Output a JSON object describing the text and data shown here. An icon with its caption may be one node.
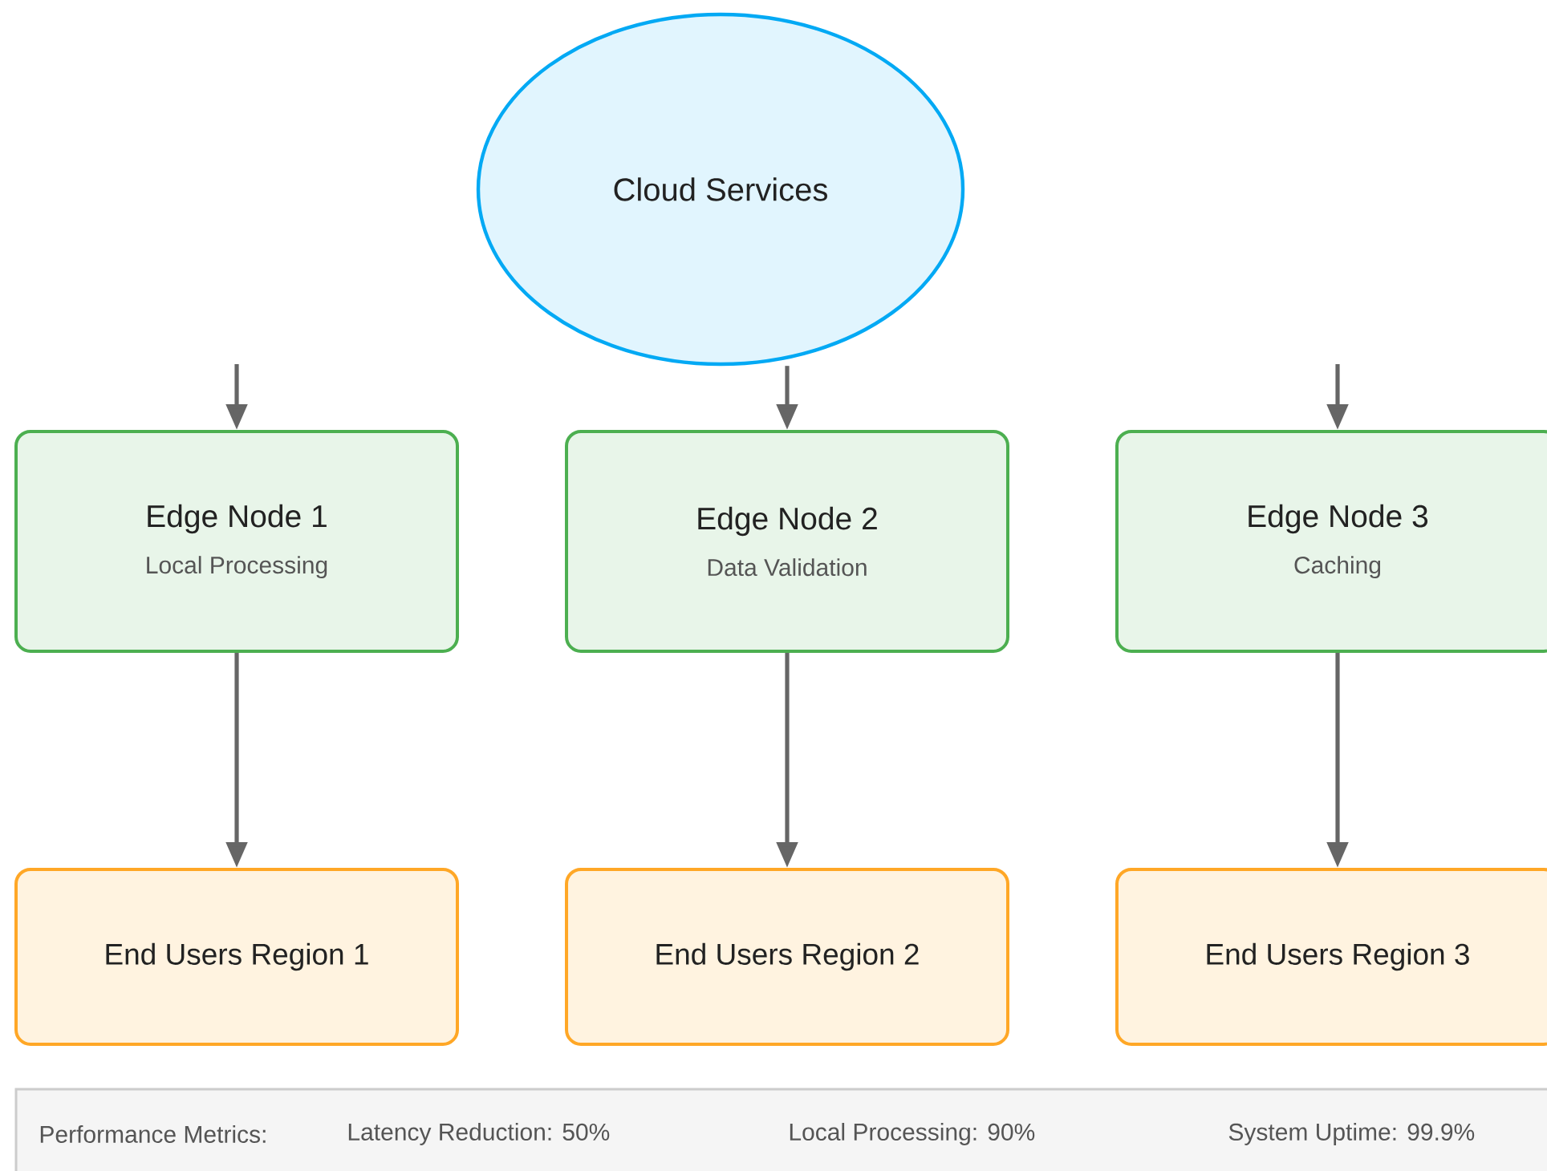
{
  "diagram": {
    "nodes": [
      {
        "text": [
          "Cloud Services"
        ]
      },
      {
        "text": [
          "Edge Node 1",
          "Local Processing"
        ]
      },
      {
        "text": [
          "Edge Node 2",
          "Data Validation"
        ]
      },
      {
        "text": [
          "Edge Node 3",
          "Caching"
        ]
      },
      {
        "text": [
          "End Users Region 1"
        ]
      },
      {
        "text": [
          "End Users Region 2"
        ]
      },
      {
        "text": [
          "End Users Region 3"
        ]
      },
      {
        "text": [
          "Performance Metrics:",
          "Latency Reduction: 50%",
          "Local Processing: 90%",
          "System Uptime: 99.9%"
        ]
      }
    ],
    "edges": [
      {
        "from": null,
        "to": 1,
        "arrow": "to"
      },
      {
        "from": 0,
        "to": 2,
        "arrow": "to"
      },
      {
        "from": null,
        "to": 3,
        "arrow": "to"
      },
      {
        "from": 1,
        "to": 4,
        "arrow": "to"
      },
      {
        "from": 2,
        "to": 5,
        "arrow": "to"
      },
      {
        "from": 3,
        "to": 6,
        "arrow": "to"
      }
    ]
  }
}
